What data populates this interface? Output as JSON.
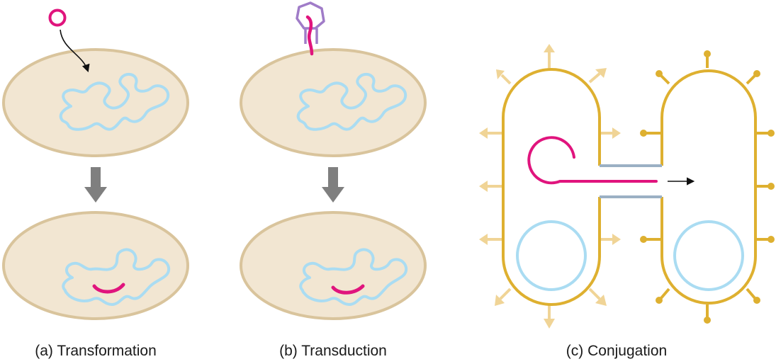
{
  "captions": {
    "transformation": "(a) Transformation",
    "transduction": "(b) Transduction",
    "conjugation": "(c) Conjugation"
  },
  "colors": {
    "cell_fill": "#f2e6d2",
    "cell_outline": "#d9c49c",
    "chromosome": "#aadcf2",
    "donor_dna": "#e0147d",
    "phage": "#a07cc8",
    "process_arrow": "#7f7f7f",
    "conjugation_cell": "#deb030",
    "conjugation_pili_donor": "#f0d496",
    "conjugation_bridge": "#9bb0c4",
    "transfer_arrow": "#111111"
  },
  "icons": {
    "plasmid": "plasmid-circle-icon",
    "phage": "bacteriophage-icon",
    "down_arrow": "down-arrow-icon",
    "transfer_arrow": "right-arrow-icon"
  }
}
